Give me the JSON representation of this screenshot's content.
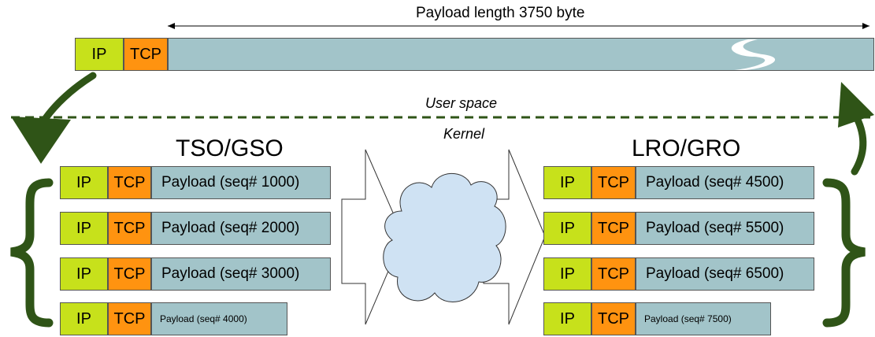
{
  "top_packet": {
    "ip_label": "IP",
    "tcp_label": "TCP",
    "length_label": "Payload length 3750 byte"
  },
  "boundary": {
    "user_space_label": "User space",
    "kernel_label": "Kernel"
  },
  "tso": {
    "title": "TSO/GSO",
    "segments": [
      {
        "ip": "IP",
        "tcp": "TCP",
        "payload": "Payload (seq# 1000)"
      },
      {
        "ip": "IP",
        "tcp": "TCP",
        "payload": "Payload (seq# 2000)"
      },
      {
        "ip": "IP",
        "tcp": "TCP",
        "payload": "Payload (seq# 3000)"
      },
      {
        "ip": "IP",
        "tcp": "TCP",
        "payload": "Payload (seq# 4000)"
      }
    ]
  },
  "lro": {
    "title": "LRO/GRO",
    "segments": [
      {
        "ip": "IP",
        "tcp": "TCP",
        "payload": "Payload (seq# 4500)"
      },
      {
        "ip": "IP",
        "tcp": "TCP",
        "payload": "Payload (seq# 5500)"
      },
      {
        "ip": "IP",
        "tcp": "TCP",
        "payload": "Payload (seq# 6500)"
      },
      {
        "ip": "IP",
        "tcp": "TCP",
        "payload": "Payload (seq# 7500)"
      }
    ]
  },
  "colors": {
    "ip": "#c7e11b",
    "tcp": "#ff9310",
    "payload": "#a2c4c9",
    "arrow_green": "#2f5417",
    "cloud": "#cfe2f3"
  }
}
